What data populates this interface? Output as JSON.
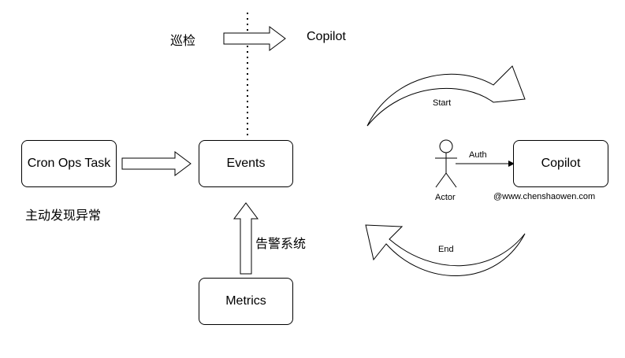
{
  "nodes": {
    "cron": "Cron Ops Task",
    "events": "Events",
    "metrics": "Metrics",
    "copilot_box": "Copilot"
  },
  "labels": {
    "patrol": "巡检",
    "copilot_top": "Copilot",
    "active_discovery": "主动发现异常",
    "alert_system": "告警系统",
    "start": "Start",
    "end": "End",
    "auth": "Auth",
    "actor": "Actor",
    "watermark": "@www.chenshaowen.com"
  }
}
